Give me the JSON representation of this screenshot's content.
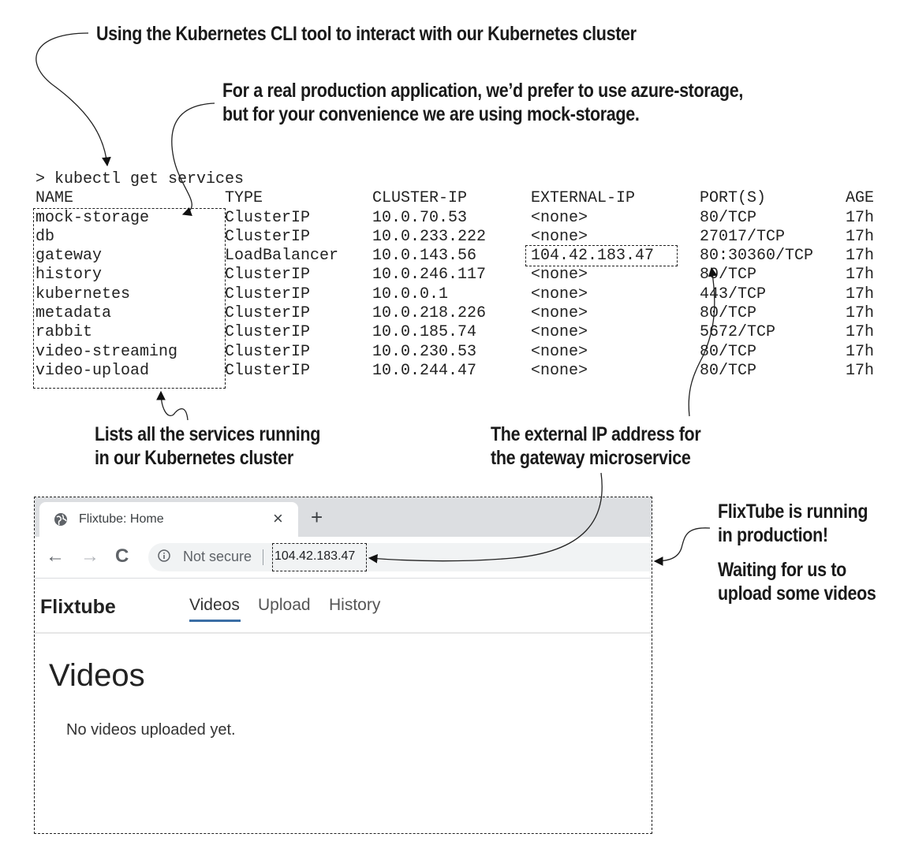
{
  "callouts": {
    "cli_tool": "Using the Kubernetes CLI tool to interact with our Kubernetes cluster",
    "production_note": [
      "For a real production application, we’d prefer to use azure-storage,",
      "but for your convenience we are using mock-storage."
    ],
    "lists_services": [
      "Lists all the services running",
      "in our Kubernetes cluster"
    ],
    "external_ip": [
      "The external IP address for",
      "the gateway microservice"
    ],
    "running": [
      "FlixTube is running",
      "in production!"
    ],
    "waiting": [
      "Waiting for us to",
      "upload some videos"
    ]
  },
  "terminal": {
    "command": "> kubectl get services",
    "headers": [
      "NAME",
      "TYPE",
      "CLUSTER-IP",
      "EXTERNAL-IP",
      "PORT(S)",
      "AGE"
    ],
    "rows": [
      [
        "mock-storage",
        "ClusterIP",
        "10.0.70.53",
        "<none>",
        "80/TCP",
        "17h"
      ],
      [
        "db",
        "ClusterIP",
        "10.0.233.222",
        "<none>",
        "27017/TCP",
        "17h"
      ],
      [
        "gateway",
        "LoadBalancer",
        "10.0.143.56",
        "104.42.183.47",
        "80:30360/TCP",
        "17h"
      ],
      [
        "history",
        "ClusterIP",
        "10.0.246.117",
        "<none>",
        "80/TCP",
        "17h"
      ],
      [
        "kubernetes",
        "ClusterIP",
        "10.0.0.1",
        "<none>",
        "443/TCP",
        "17h"
      ],
      [
        "metadata",
        "ClusterIP",
        "10.0.218.226",
        "<none>",
        "80/TCP",
        "17h"
      ],
      [
        "rabbit",
        "ClusterIP",
        "10.0.185.74",
        "<none>",
        "5672/TCP",
        "17h"
      ],
      [
        "video-streaming",
        "ClusterIP",
        "10.0.230.53",
        "<none>",
        "80/TCP",
        "17h"
      ],
      [
        "video-upload",
        "ClusterIP",
        "10.0.244.47",
        "<none>",
        "80/TCP",
        "17h"
      ]
    ]
  },
  "browser": {
    "tab_title": "Flixtube: Home",
    "close_glyph": "×",
    "new_tab_glyph": "+",
    "back_glyph": "←",
    "forward_glyph": "→",
    "reload_glyph": "C",
    "security_label": "Not secure",
    "url": "104.42.183.47",
    "brand": "Flixtube",
    "nav": [
      "Videos",
      "Upload",
      "History"
    ],
    "active_nav": "Videos",
    "heading": "Videos",
    "empty_message": "No videos uploaded yet.",
    "accent_color": "#3b6ea5"
  },
  "icons": [
    "globe-icon",
    "close-icon",
    "plus-icon",
    "back-arrow-icon",
    "forward-arrow-icon",
    "reload-icon",
    "info-icon"
  ]
}
